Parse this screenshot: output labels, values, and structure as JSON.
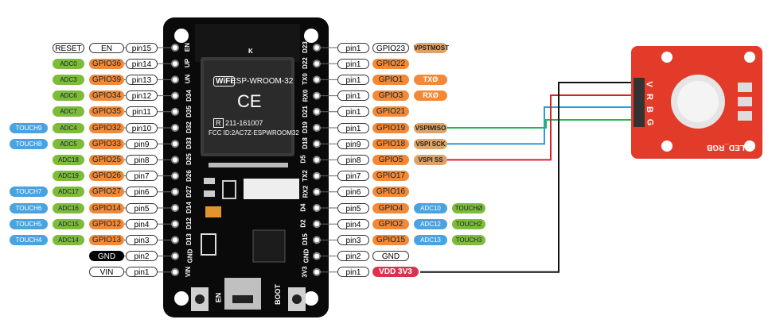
{
  "module": {
    "chip_label": "ESP-WROOM-32",
    "wifi_label": "WiFi",
    "ce_mark": "CE",
    "fcc_id": "FCC ID:2AC7Z-ESPWROOM32",
    "cert_number": "211-161007",
    "r_mark": "R",
    "k_mark": "K",
    "en_button": "EN",
    "boot_button": "BOOT",
    "left_header": [
      "EN",
      "UP",
      "UN",
      "D34",
      "D35",
      "D32",
      "D33",
      "D25",
      "D26",
      "D27",
      "D14",
      "D12",
      "D13",
      "GND",
      "VIN"
    ],
    "right_header": [
      "D23",
      "D22",
      "TX0",
      "RX0",
      "D21",
      "D19",
      "D18",
      "D5",
      "TX2",
      "RX2",
      "D4",
      "D2",
      "D15",
      "GND",
      "3V3"
    ]
  },
  "left_pins": [
    {
      "extra": [
        {
          "t": "RESET",
          "c": "white"
        }
      ],
      "gpio": "EN",
      "gpio_color": "white",
      "pin": "pin15"
    },
    {
      "extra": [
        {
          "t": "ADC0",
          "c": "green"
        }
      ],
      "gpio": "GPIO36",
      "gpio_color": "orange",
      "pin": "pin14"
    },
    {
      "extra": [
        {
          "t": "ADC3",
          "c": "green"
        }
      ],
      "gpio": "GPIO39",
      "gpio_color": "orange",
      "pin": "pin13"
    },
    {
      "extra": [
        {
          "t": "ADC6",
          "c": "green"
        }
      ],
      "gpio": "GPIO34",
      "gpio_color": "orange",
      "pin": "pin12"
    },
    {
      "extra": [
        {
          "t": "ADC7",
          "c": "green"
        }
      ],
      "gpio": "GPIO35",
      "gpio_color": "orange",
      "pin": "pin11"
    },
    {
      "extra": [
        {
          "t": "TOUCH9",
          "c": "blue"
        },
        {
          "t": "ADC4",
          "c": "green"
        }
      ],
      "gpio": "GPIO32",
      "gpio_color": "orange",
      "pin": "pin10"
    },
    {
      "extra": [
        {
          "t": "TOUCH8",
          "c": "blue"
        },
        {
          "t": "ADC5",
          "c": "green"
        }
      ],
      "gpio": "GPIO33",
      "gpio_color": "orange",
      "pin": "pin9"
    },
    {
      "extra": [
        {
          "t": "ADC18",
          "c": "green"
        }
      ],
      "gpio": "GPIO25",
      "gpio_color": "orange",
      "pin": "pin8"
    },
    {
      "extra": [
        {
          "t": "ADC19",
          "c": "green"
        }
      ],
      "gpio": "GPIO26",
      "gpio_color": "orange",
      "pin": "pin7"
    },
    {
      "extra": [
        {
          "t": "TOUCH7",
          "c": "blue"
        },
        {
          "t": "ADC17",
          "c": "green"
        }
      ],
      "gpio": "GPIO27",
      "gpio_color": "orange",
      "pin": "pin6"
    },
    {
      "extra": [
        {
          "t": "TOUCH6",
          "c": "blue"
        },
        {
          "t": "ADC16",
          "c": "green"
        }
      ],
      "gpio": "GPIO14",
      "gpio_color": "orange",
      "pin": "pin5"
    },
    {
      "extra": [
        {
          "t": "TOUCH5",
          "c": "blue"
        },
        {
          "t": "ADC15",
          "c": "green"
        }
      ],
      "gpio": "GPIO12",
      "gpio_color": "orange",
      "pin": "pin4"
    },
    {
      "extra": [
        {
          "t": "TOUCH4",
          "c": "blue"
        },
        {
          "t": "ADC14",
          "c": "green"
        }
      ],
      "gpio": "GPIO13",
      "gpio_color": "orange",
      "pin": "pin3"
    },
    {
      "extra": [],
      "gpio": "GND",
      "gpio_color": "black",
      "pin": "pin2"
    },
    {
      "extra": [],
      "gpio": "VIN",
      "gpio_color": "white",
      "pin": "pin1"
    }
  ],
  "right_pins": [
    {
      "pin": "pin1",
      "gpio": "GPIO23",
      "gpio_color": "white",
      "extra": [
        {
          "t": "VPSTMOST",
          "c": "tan"
        }
      ]
    },
    {
      "pin": "pin1",
      "gpio": "GPIO22",
      "gpio_color": "orange",
      "extra": []
    },
    {
      "pin": "pin1",
      "gpio": "GPIO1",
      "gpio_color": "orange",
      "extra": [
        {
          "t": "TXØ",
          "c": "orangetxt"
        }
      ]
    },
    {
      "pin": "pin1",
      "gpio": "GPIO3",
      "gpio_color": "orange",
      "extra": [
        {
          "t": "RXØ",
          "c": "orangetxt"
        }
      ]
    },
    {
      "pin": "pin1",
      "gpio": "GPIO21",
      "gpio_color": "orange",
      "extra": []
    },
    {
      "pin": "pin1",
      "gpio": "GPIO19",
      "gpio_color": "orange",
      "extra": [
        {
          "t": "VSPIMISO",
          "c": "tan"
        }
      ]
    },
    {
      "pin": "pin9",
      "gpio": "GPIO18",
      "gpio_color": "orange",
      "extra": [
        {
          "t": "VSPI SCK",
          "c": "tan"
        }
      ]
    },
    {
      "pin": "pin8",
      "gpio": "GPIO5",
      "gpio_color": "orange",
      "extra": [
        {
          "t": "VSPI SS",
          "c": "tan"
        }
      ]
    },
    {
      "pin": "pin7",
      "gpio": "GPIO17",
      "gpio_color": "orange",
      "extra": []
    },
    {
      "pin": "pin6",
      "gpio": "GPIO16",
      "gpio_color": "orange",
      "extra": []
    },
    {
      "pin": "pin5",
      "gpio": "GPIO4",
      "gpio_color": "orange",
      "extra": [
        {
          "t": "ADC10",
          "c": "blue"
        },
        {
          "t": "TOUCHØ",
          "c": "greensm"
        }
      ]
    },
    {
      "pin": "pin4",
      "gpio": "GPIO2",
      "gpio_color": "orange",
      "extra": [
        {
          "t": "ADC12",
          "c": "blue"
        },
        {
          "t": "TOUCH2",
          "c": "greensm"
        }
      ]
    },
    {
      "pin": "pin3",
      "gpio": "GPIO15",
      "gpio_color": "orange",
      "extra": [
        {
          "t": "ADC13",
          "c": "blue"
        },
        {
          "t": "TOUCH3",
          "c": "greensm"
        }
      ]
    },
    {
      "pin": "pin2",
      "gpio": "GND",
      "gpio_color": "white",
      "extra": []
    },
    {
      "pin": "pin1",
      "gpio": "VDD 3V3",
      "gpio_color": "red",
      "extra": []
    }
  ],
  "led": {
    "title": "LED_RGB",
    "pins": [
      "V",
      "R",
      "B",
      "G"
    ]
  },
  "colors": {
    "board": "#0a0a0a",
    "led_board": "#e23b2a",
    "wire_black": "#111111",
    "wire_red": "#e01f26",
    "wire_blue": "#2a9ddb",
    "wire_green": "#2bb34a"
  }
}
